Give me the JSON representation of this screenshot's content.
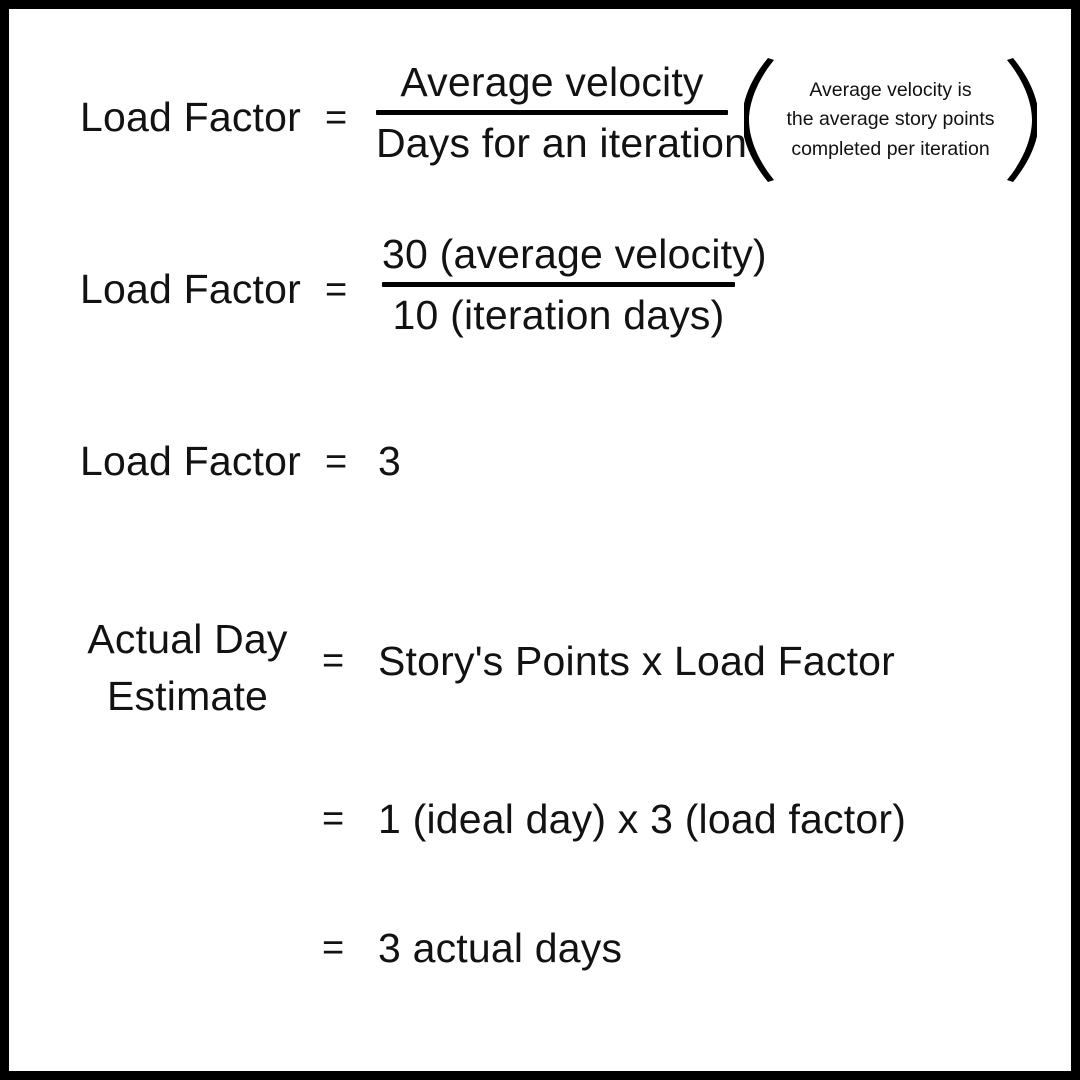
{
  "canvas": {
    "background": "#ffffff",
    "border_color": "#000000",
    "text_color": "#121212"
  },
  "equations": [
    {
      "id": "load-factor-formula",
      "left_term": "Load Factor",
      "operator": "=",
      "numerator": "Average velocity",
      "denominator": "Days for an iteration",
      "note": {
        "open_paren": "(",
        "close_paren": ")",
        "line1": "Average velocity is",
        "line2": "the average story points",
        "line3": "completed per iteration"
      }
    },
    {
      "id": "load-factor-values",
      "left_term": "Load Factor",
      "operator": "=",
      "numerator": "30 (average velocity)",
      "denominator": "10 (iteration days)"
    },
    {
      "id": "load-factor-result",
      "left_term": "Load Factor",
      "operator": "=",
      "result": "3"
    },
    {
      "id": "actual-day-estimate-formula",
      "left_term_line1": "Actual Day",
      "left_term_line2": "Estimate",
      "operator": "=",
      "result": "Story's Points x Load Factor"
    },
    {
      "id": "actual-day-estimate-values",
      "operator": "=",
      "result": "1 (ideal day) x 3 (load factor)"
    },
    {
      "id": "actual-day-estimate-result",
      "operator": "=",
      "result": "3 actual days"
    }
  ]
}
